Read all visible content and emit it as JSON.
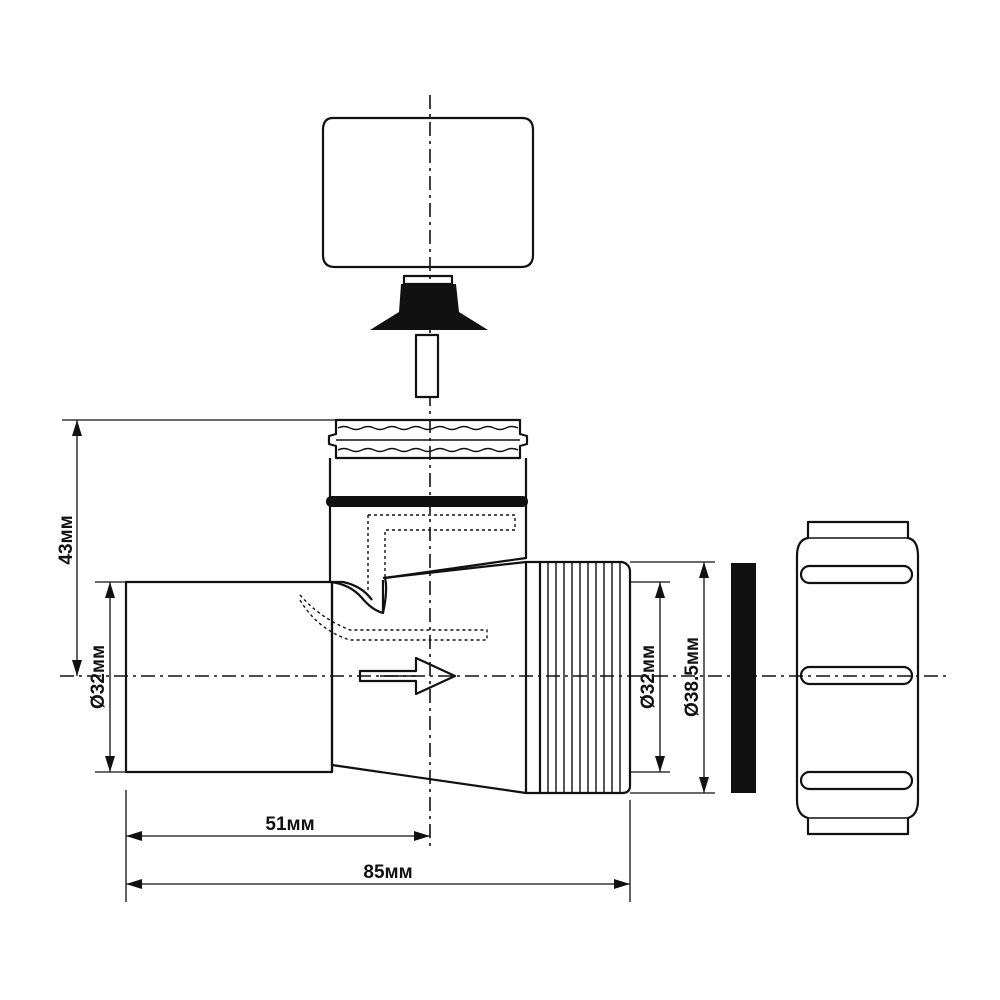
{
  "dimensions": {
    "height_label": "43мм",
    "inlet_diameter_label": "Ø32мм",
    "outlet_diameter_label": "Ø32мм",
    "thread_diameter_label": "Ø38.5мм",
    "axis_length_label": "51мм",
    "total_length_label": "85мм"
  },
  "colors": {
    "line": "#111111",
    "background": "#ffffff"
  }
}
